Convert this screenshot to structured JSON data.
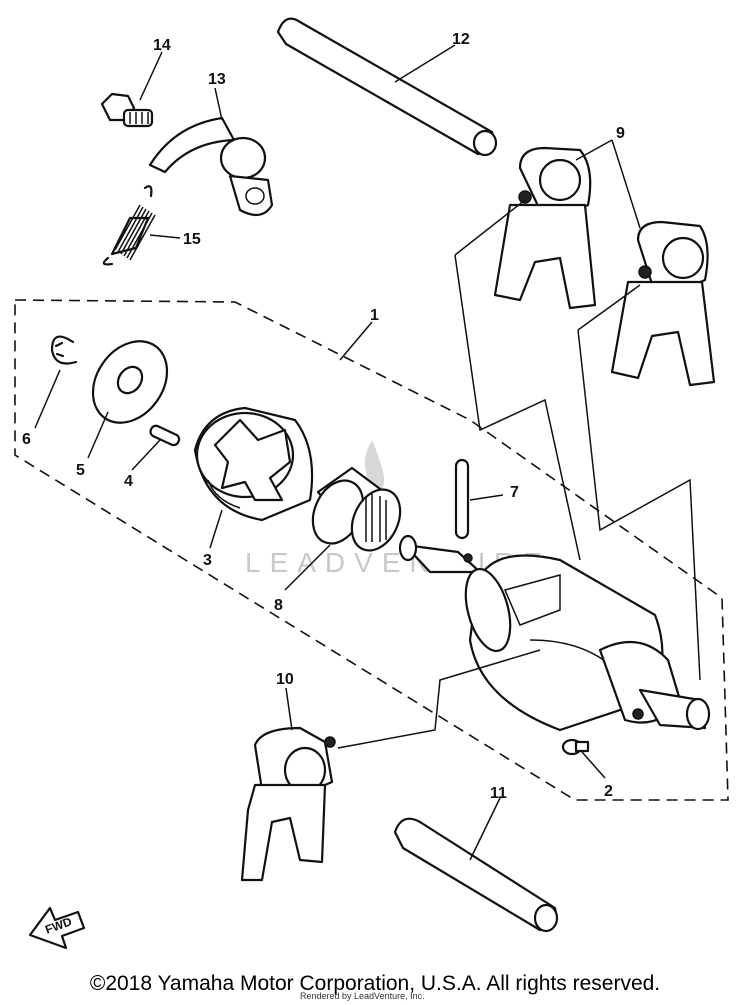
{
  "diagram": {
    "labels": {
      "p1": "1",
      "p2": "2",
      "p3": "3",
      "p4": "4",
      "p5": "5",
      "p6": "6",
      "p7": "7",
      "p8": "8",
      "p9": "9",
      "p10": "10",
      "p11": "11",
      "p12": "12",
      "p13": "13",
      "p14": "14",
      "p15": "15"
    },
    "fwd_label": "FWD",
    "watermark": "LEADVENTURE"
  },
  "footer": {
    "copyright": "©2018 Yamaha Motor Corporation, U.S.A. All rights reserved.",
    "credit": "Rendered by LeadVenture, Inc."
  }
}
